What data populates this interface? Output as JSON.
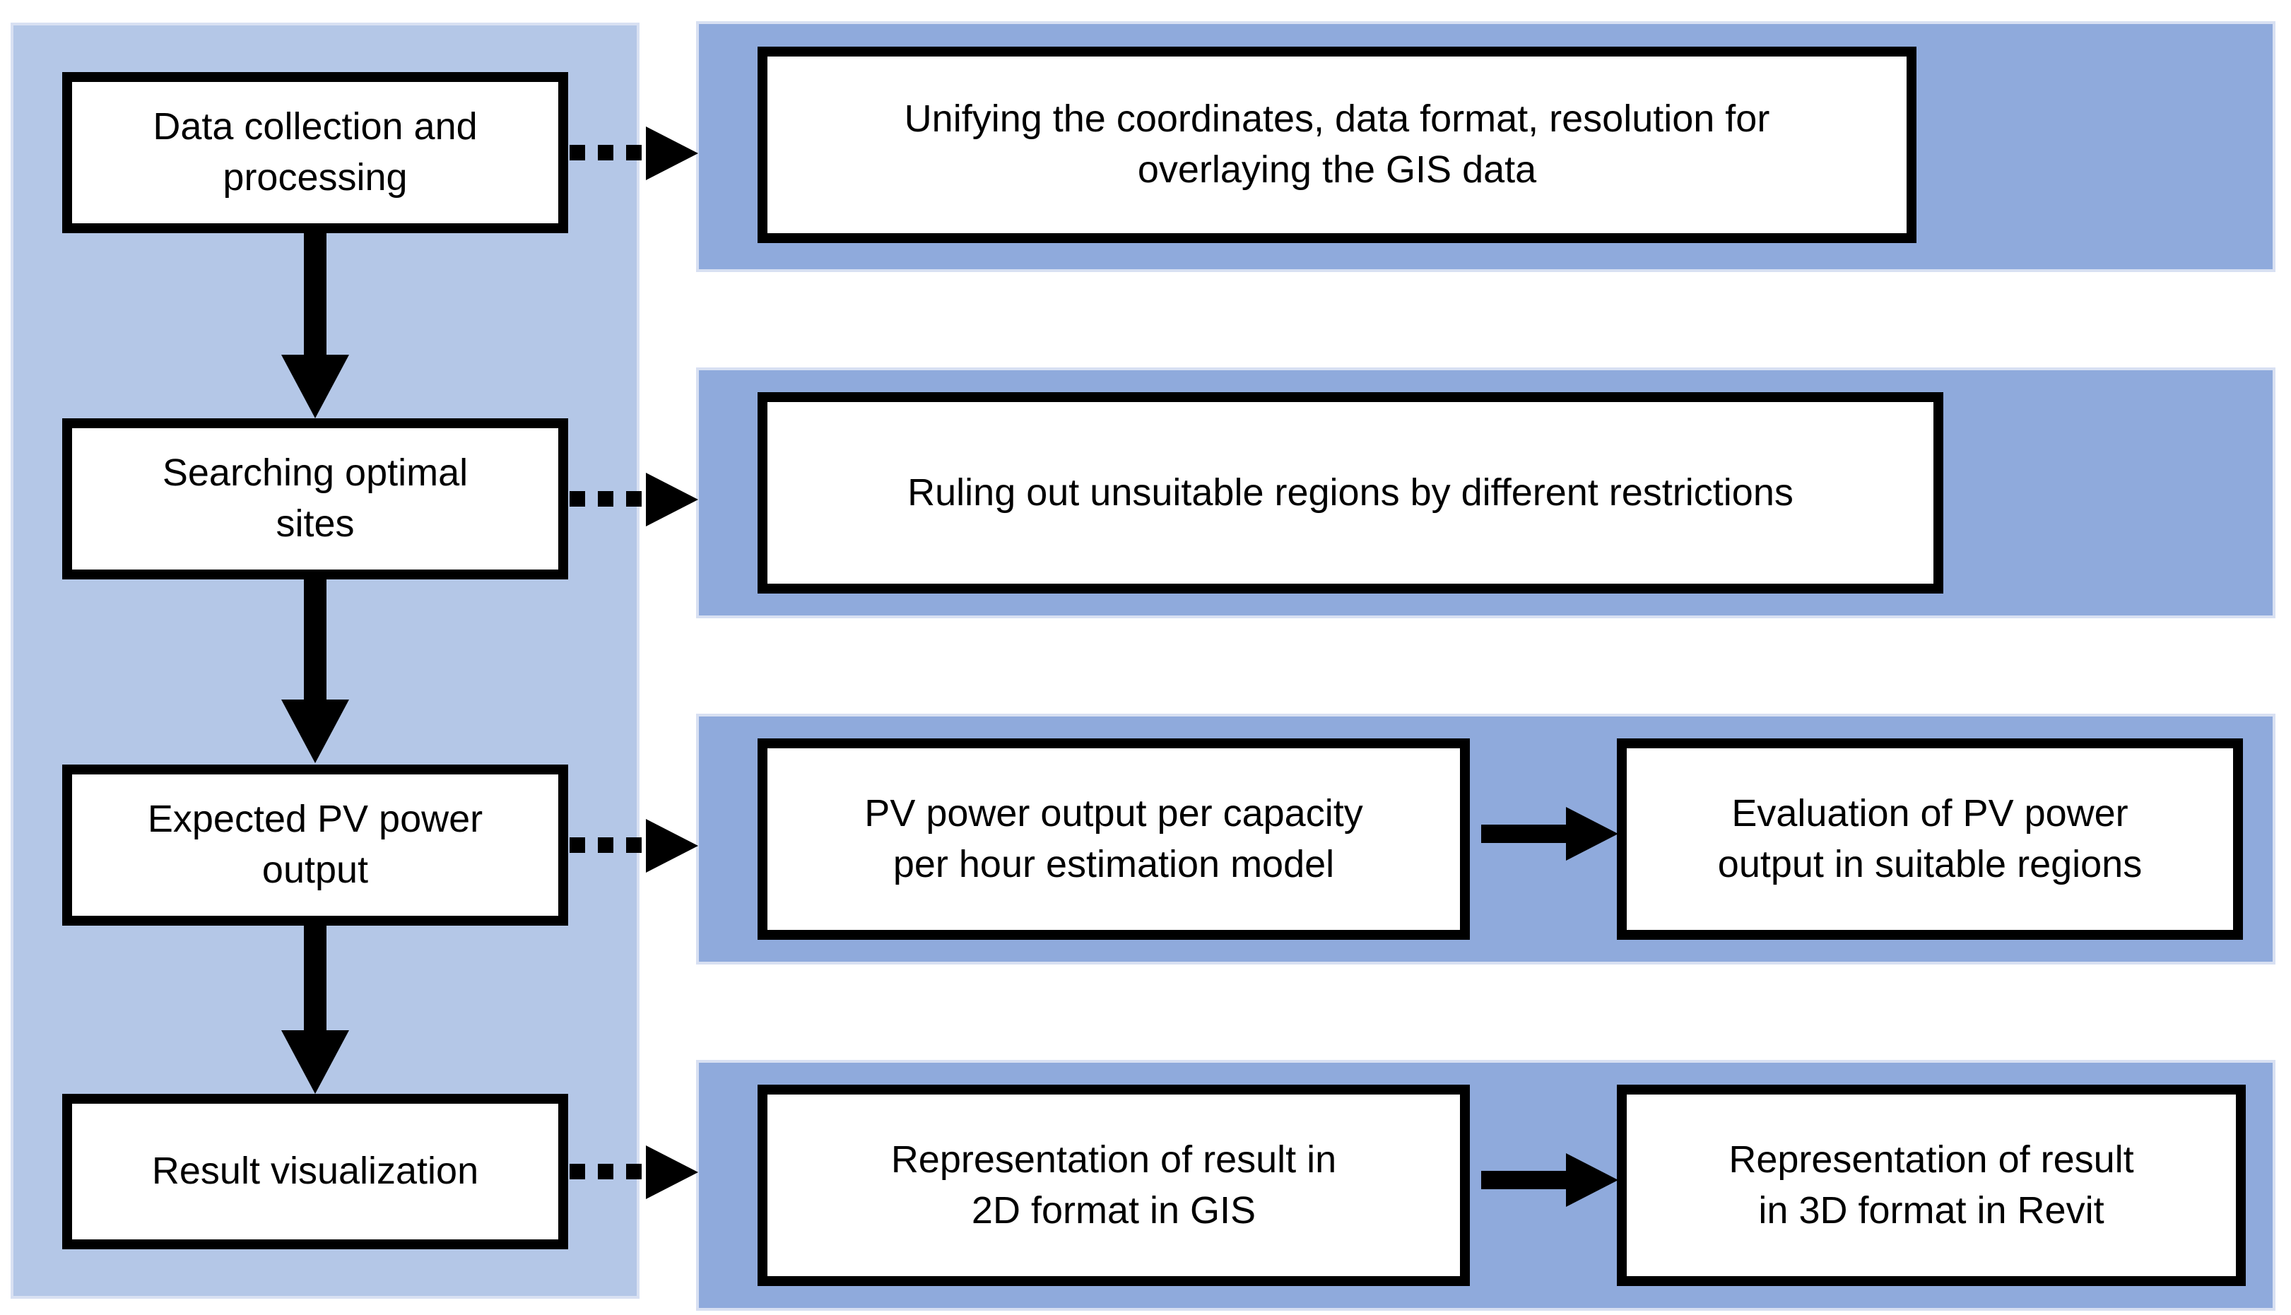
{
  "diagram": {
    "title_hint": "",
    "left_panel": {
      "steps": [
        {
          "label": "Data collection and processing"
        },
        {
          "label": "Searching optimal sites"
        },
        {
          "label": "Expected PV power output"
        },
        {
          "label": "Result visualization"
        }
      ]
    },
    "rows": [
      {
        "details": [
          "Unifying the coordinates, data format, resolution for overlaying the GIS data"
        ]
      },
      {
        "details": [
          "Ruling out unsuitable regions by different restrictions"
        ]
      },
      {
        "details": [
          "PV power output per capacity per hour estimation model",
          "Evaluation of PV power output in suitable regions"
        ]
      },
      {
        "details": [
          "Representation of result in 2D format in GIS",
          "Representation of result in 3D format in Revit"
        ]
      }
    ],
    "colors": {
      "left_panel_bg": "#b4c7e7",
      "band_bg": "#8faadc",
      "band_edge": "#d8e0f2",
      "box_fill": "#ffffff",
      "box_border": "#000000",
      "arrow": "#000000"
    }
  }
}
